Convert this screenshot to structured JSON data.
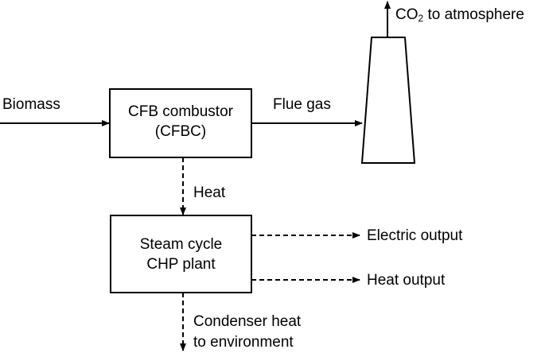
{
  "inputs": {
    "biomass": "Biomass"
  },
  "combustor": {
    "line1": "CFB combustor",
    "line2": "(CFBC)"
  },
  "flows": {
    "flue_gas": "Flue gas",
    "heat": "Heat",
    "co2_prefix": "CO",
    "co2_subscript": "2",
    "co2_suffix": " to atmosphere"
  },
  "chp": {
    "line1": "Steam cycle",
    "line2": "CHP plant"
  },
  "outputs": {
    "electric": "Electric output",
    "heat": "Heat output",
    "condenser_line1": "Condenser heat",
    "condenser_line2": "to environment"
  },
  "colors": {
    "stroke": "#000000",
    "text": "#000000"
  }
}
